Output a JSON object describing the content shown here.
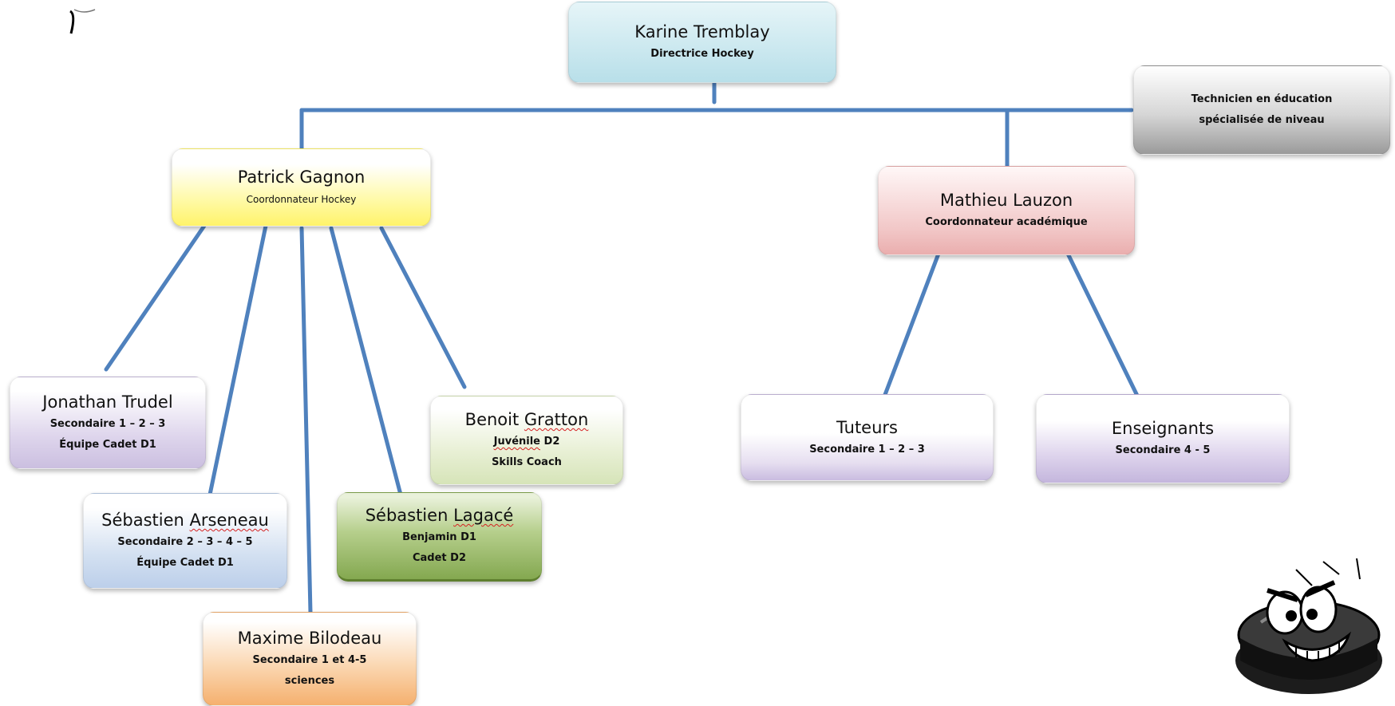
{
  "colors": {
    "connector": "#4f81bd",
    "director_bg": "#bfe3ec",
    "coordinator_hockey_bg": "#fffa80",
    "coordinator_academic_bg": "#f0b8b8",
    "technician_bg": "#a8a8a8",
    "lilac_bg": "#cfc3e2",
    "blue_bg": "#c0d2ec",
    "orange_bg": "#f6b778",
    "green_bg": "#8fb25c",
    "pale_green_bg": "#dde8c0"
  },
  "director": {
    "name": "Karine Tremblay",
    "role": "Directrice Hockey"
  },
  "technician": {
    "line1": "Technicien en éducation",
    "line2": "spécialisée de niveau"
  },
  "coordinator_hockey": {
    "name": "Patrick Gagnon",
    "role": "Coordonnateur Hockey"
  },
  "coordinator_academic": {
    "name": "Mathieu Lauzon",
    "role": "Coordonnateur académique"
  },
  "coaches": [
    {
      "name": "Jonathan Trudel",
      "line1": "Secondaire 1 – 2 – 3",
      "line2": "Équipe Cadet D1"
    },
    {
      "name_prefix": "Sébastien ",
      "name_marked": "Arseneau",
      "line1": "Secondaire 2 – 3 – 4 – 5",
      "line2": "Équipe Cadet D1"
    },
    {
      "name": "Maxime Bilodeau",
      "line1": "Secondaire 1 et 4-5",
      "line2": "sciences"
    },
    {
      "name_prefix": "Sébastien ",
      "name_marked": "Lagacé",
      "line1": "Benjamin D1",
      "line2": "Cadet D2"
    },
    {
      "name_prefix": "Benoit ",
      "name_marked": "Gratton",
      "line1_marked": "Juvénile",
      "line1_rest": " D2",
      "line2": "Skills Coach"
    }
  ],
  "academic": [
    {
      "name": "Tuteurs",
      "line1": "Secondaire 1 – 2 – 3"
    },
    {
      "name": "Enseignants",
      "line1": "Secondaire 4 - 5"
    }
  ],
  "images": {
    "mascot": "hockey-puck-mascot",
    "logo": "partial-logo"
  }
}
